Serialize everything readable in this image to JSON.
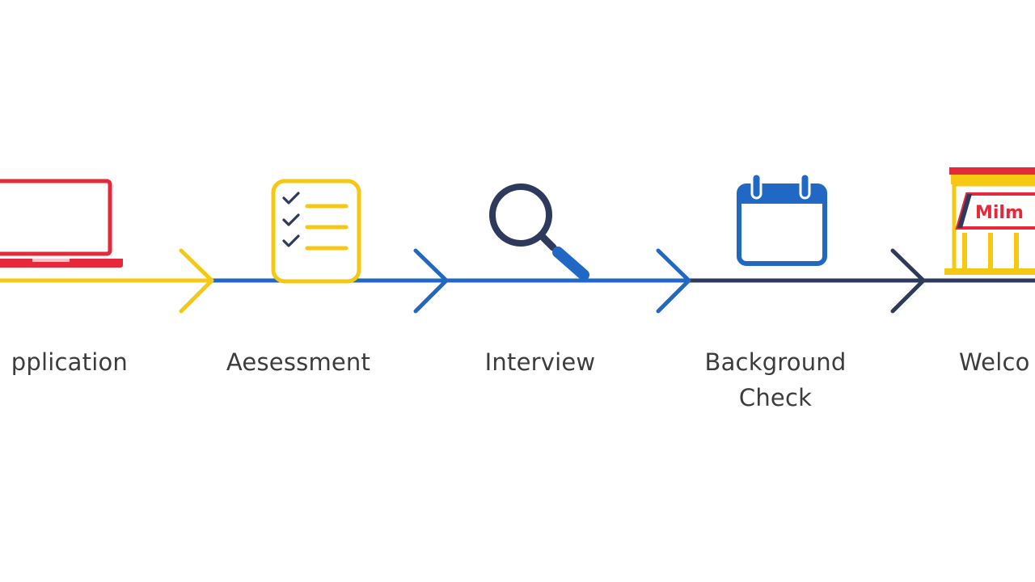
{
  "steps": [
    {
      "id": "application",
      "label": "pplication",
      "icon": "laptop-icon",
      "color": "#e5283a"
    },
    {
      "id": "assessment",
      "label": "Aesessment",
      "icon": "checklist-icon",
      "color": "#f5c814"
    },
    {
      "id": "interview",
      "label": "Interview",
      "icon": "magnifier-icon",
      "color": "#2d3a5c"
    },
    {
      "id": "background",
      "label_line1": "Background",
      "label_line2": "Check",
      "icon": "calendar-icon",
      "color": "#2168c4"
    },
    {
      "id": "welcome",
      "label": "Welco",
      "icon": "storefront-icon",
      "color": "#f5c814"
    }
  ],
  "store_sign": "Milm",
  "colors": {
    "red": "#e5283a",
    "yellow": "#f5c814",
    "blue": "#2168c4",
    "navy": "#2d3a5c",
    "text": "#3c3c3c"
  }
}
